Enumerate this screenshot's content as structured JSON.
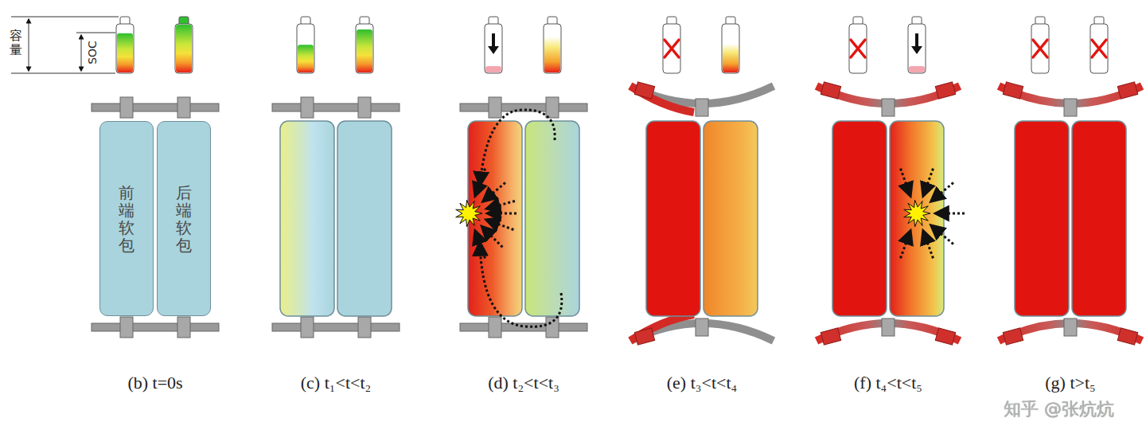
{
  "diagram": {
    "nodes": [
      {
        "text": [
          "前端软包"
        ]
      },
      {
        "text": [
          "后端软包"
        ]
      }
    ],
    "labels": [
      "容量",
      "SOC",
      "(b) t=0s",
      "(c) t₁<t<t₂",
      "(d) t₂<t<t₃",
      "(e) t₃<t<t₄",
      "(f) t₄<t<t₅",
      "(g) t>t₅",
      "知乎 @张炕炕"
    ]
  }
}
